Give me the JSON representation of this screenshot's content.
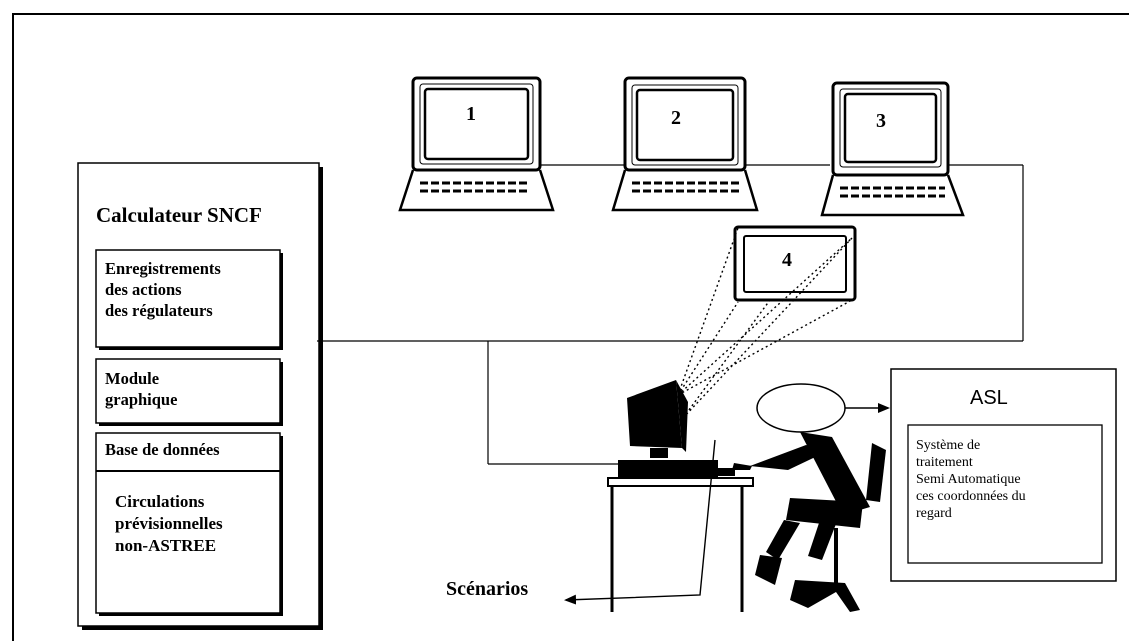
{
  "diagram": {
    "calculator": {
      "title": "Calculateur SNCF",
      "recordings": [
        "Enregistrements",
        "des actions",
        "des régulateurs"
      ],
      "graphic_module": [
        "Module",
        "graphique"
      ],
      "database_title": "Base de données",
      "database_content": [
        "Circulations",
        "prévisionnelles",
        "non-ASTREE"
      ]
    },
    "screens": [
      "1",
      "2",
      "3",
      "4"
    ],
    "scenarios_label": "Scénarios",
    "asl": {
      "title": "ASL",
      "system_text": "Système de\ntraitement\nSemi Automatique\nces coordonnées du\nregard"
    }
  }
}
